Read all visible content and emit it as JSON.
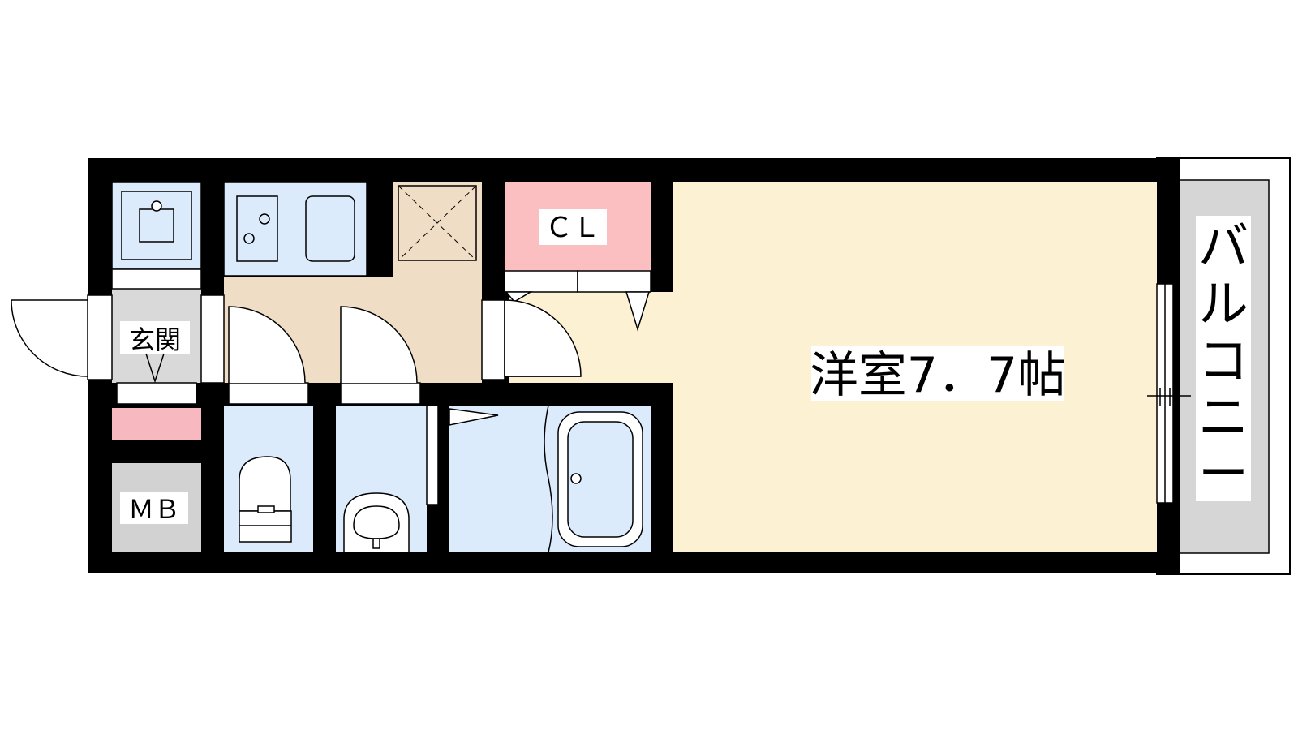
{
  "labels": {
    "entrance": "玄関",
    "closet": "ＣＬ",
    "meter_box": "ＭＢ",
    "western_room": "洋室7．7帖",
    "balcony_chars": [
      "バ",
      "ル",
      "コ",
      "ニ",
      "ー"
    ]
  },
  "colors": {
    "wall": "#000000",
    "western_room": "#fdf1d3",
    "corridor": "#efdec5",
    "wet_area": "#dcebfb",
    "closet": "#fbbfc2",
    "shoe_box": "#f7b8bf",
    "meter_box": "#d2d2d2",
    "balcony": "#d6d6d6"
  }
}
